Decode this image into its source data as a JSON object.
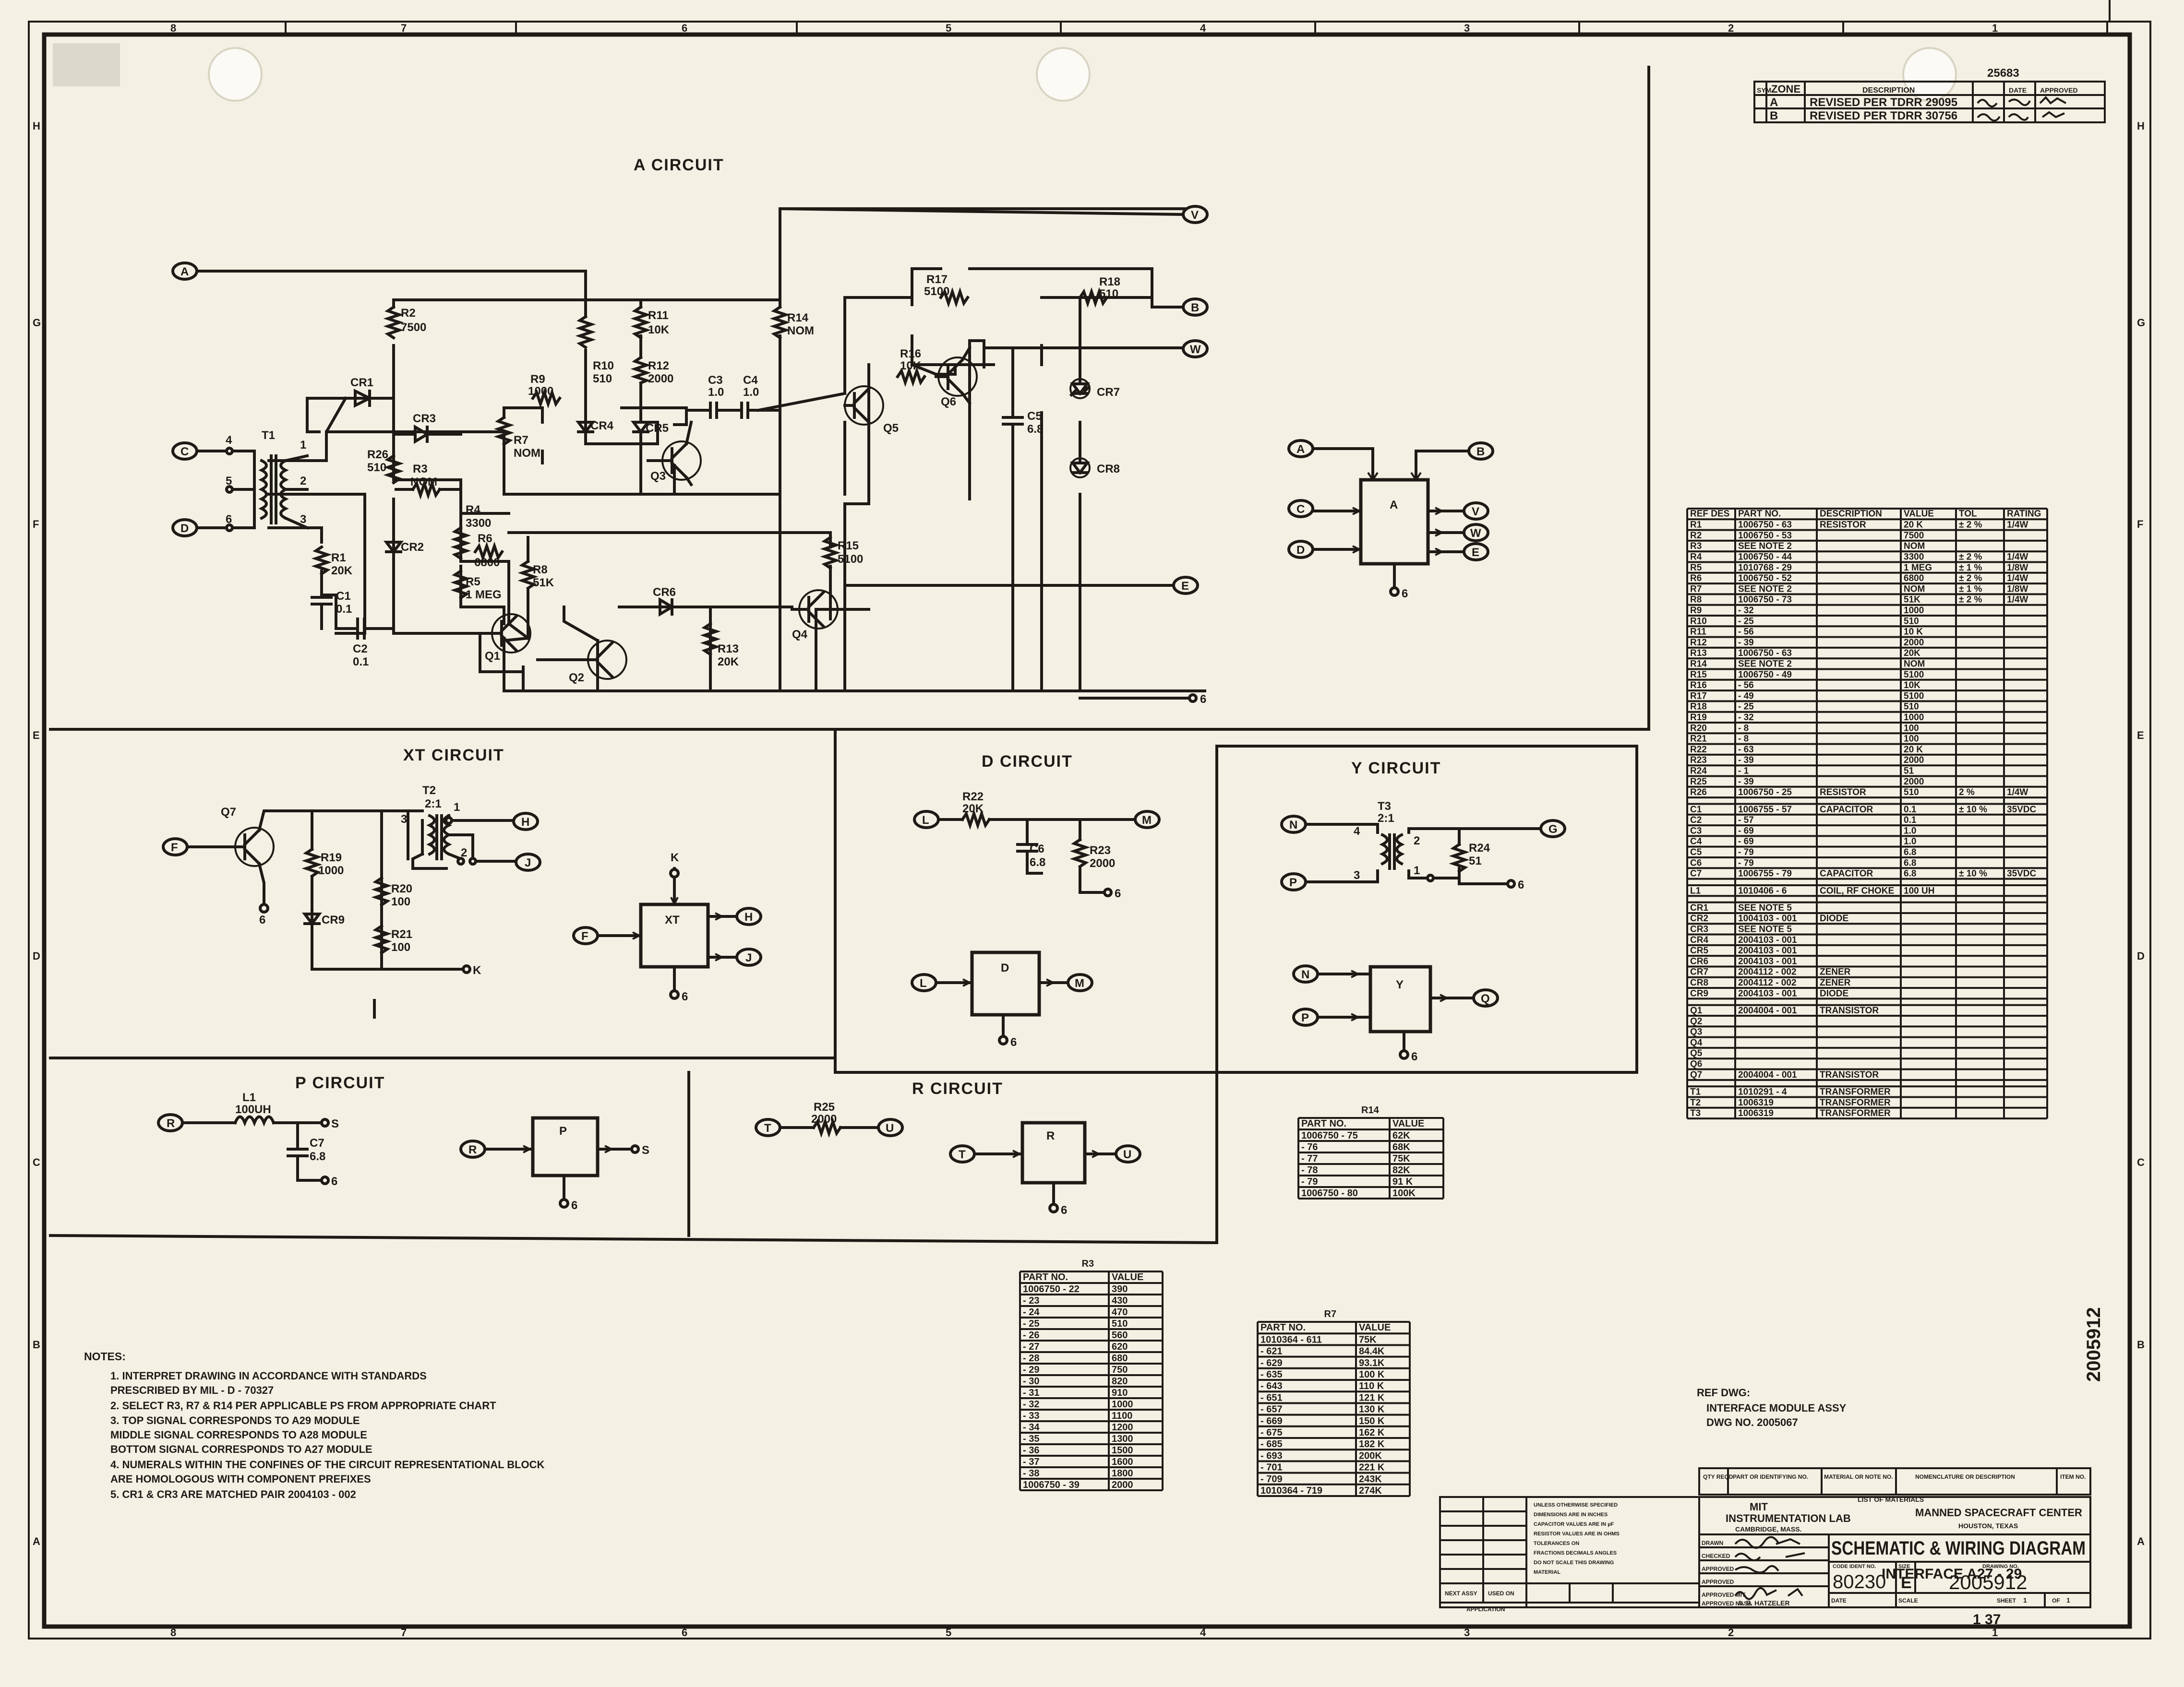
{
  "zone_labels": {
    "top": [
      "8",
      "7",
      "6",
      "5",
      "4",
      "3",
      "2",
      "1"
    ],
    "bottom": [
      "8",
      "7",
      "6",
      "5",
      "4",
      "3",
      "2",
      "1"
    ],
    "left": [
      "H",
      "G",
      "F",
      "E",
      "D",
      "C",
      "B",
      "A"
    ],
    "right": [
      "H",
      "G",
      "F",
      "E",
      "D",
      "C",
      "B",
      "A"
    ]
  },
  "revisions": {
    "top_number": "25683",
    "headers": [
      "ZONE",
      "SYM",
      "DESCRIPTION",
      "DATE",
      "APPROVED"
    ],
    "rows": [
      {
        "sym": "A",
        "desc": "REVISED PER TDRR 29095"
      },
      {
        "sym": "B",
        "desc": "REVISED PER TDRR 30756"
      }
    ]
  },
  "circuits": {
    "a": {
      "title": "A CIRCUIT"
    },
    "xt": {
      "title": "XT CIRCUIT"
    },
    "d": {
      "title": "D CIRCUIT"
    },
    "y": {
      "title": "Y CIRCUIT"
    },
    "p": {
      "title": "P CIRCUIT"
    },
    "r": {
      "title": "R CIRCUIT"
    }
  },
  "terminals": {
    "a": "A",
    "b": "B",
    "c": "C",
    "d": "D",
    "e": "E",
    "f": "F",
    "g": "G",
    "h": "H",
    "j": "J",
    "k": "K",
    "l": "L",
    "m": "M",
    "n": "N",
    "p": "P",
    "q": "Q",
    "r": "R",
    "s": "S",
    "t": "T",
    "u": "U",
    "v": "V",
    "w": "W"
  },
  "components": {
    "T1": "T1",
    "T2": "T2",
    "T2_ratio": "2:1",
    "T3": "T3",
    "T3_ratio": "2:1",
    "R1": "R1",
    "R1v": "20K",
    "R2": "R2",
    "R2v": "7500",
    "R3": "R3",
    "R3v": "NOM",
    "R4": "R4",
    "R4v": "3300",
    "R5": "R5",
    "R5v": "1 MEG",
    "R6": "R6",
    "R6v": "6800",
    "R7": "R7",
    "R7v": "NOM",
    "R8": "R8",
    "R8v": "51K",
    "R9": "R9",
    "R9v": "1000",
    "R10": "R10",
    "R10v": "510",
    "R11": "R11",
    "R11v": "10K",
    "R12": "R12",
    "R12v": "2000",
    "R13": "R13",
    "R13v": "20K",
    "R14": "R14",
    "R14v": "NOM",
    "R15": "R15",
    "R15v": "5100",
    "R16": "R16",
    "R16v": "10K",
    "R17": "R17",
    "R17v": "5100",
    "R18": "R18",
    "R18v": "510",
    "R19": "R19",
    "R19v": "1000",
    "R20": "R20",
    "R20v": "100",
    "R21": "R21",
    "R21v": "100",
    "R22": "R22",
    "R22v": "20K",
    "R23": "R23",
    "R23v": "2000",
    "R24": "R24",
    "R24v": "51",
    "R25": "R25",
    "R25v": "2000",
    "R26": "R26",
    "R26v": "510",
    "C1": "C1",
    "C1v": "0.1",
    "C2": "C2",
    "C2v": "0.1",
    "C3": "C3",
    "C3v": "1.0",
    "C4": "C4",
    "C4v": "1.0",
    "C5": "C5",
    "C5v": "6.8",
    "C6": "C6",
    "C6v": "6.8",
    "C7": "C7",
    "C7v": "6.8",
    "L1": "L1",
    "L1v": "100UH",
    "CR1": "CR1",
    "CR2": "CR2",
    "CR3": "CR3",
    "CR4": "CR4",
    "CR5": "CR5",
    "CR6": "CR6",
    "CR7": "CR7",
    "CR8": "CR8",
    "CR9": "CR9",
    "Q1": "Q1",
    "Q2": "Q2",
    "Q3": "Q3",
    "Q4": "Q4",
    "Q5": "Q5",
    "Q6": "Q6",
    "Q7": "Q7",
    "pin1": "1",
    "pin2": "2",
    "pin3": "3",
    "pin4": "4",
    "pin5": "5",
    "pin6": "6"
  },
  "blocks": {
    "a": "A",
    "xt": "XT",
    "d": "D",
    "y": "Y",
    "p": "P",
    "r": "R"
  },
  "parts_list": {
    "headers": [
      "REF DES",
      "PART NO.",
      "DESCRIPTION",
      "VALUE",
      "TOL",
      "RATING"
    ],
    "rows": [
      [
        "R1",
        "1006750 - 63",
        "RESISTOR",
        "20 K",
        "± 2 %",
        "1/4W"
      ],
      [
        "R2",
        "1006750 - 53",
        "",
        "7500",
        "",
        ""
      ],
      [
        "R3",
        "SEE NOTE 2",
        "",
        "NOM",
        "",
        ""
      ],
      [
        "R4",
        "1006750 - 44",
        "",
        "3300",
        "± 2 %",
        "1/4W"
      ],
      [
        "R5",
        "1010768 - 29",
        "",
        "1 MEG",
        "± 1 %",
        "1/8W"
      ],
      [
        "R6",
        "1006750 - 52",
        "",
        "6800",
        "± 2 %",
        "1/4W"
      ],
      [
        "R7",
        "SEE NOTE 2",
        "",
        "NOM",
        "± 1 %",
        "1/8W"
      ],
      [
        "R8",
        "1006750 - 73",
        "",
        "51K",
        "± 2 %",
        "1/4W"
      ],
      [
        "R9",
        "- 32",
        "",
        "1000",
        "",
        ""
      ],
      [
        "R10",
        "- 25",
        "",
        "510",
        "",
        ""
      ],
      [
        "R11",
        "- 56",
        "",
        "10 K",
        "",
        ""
      ],
      [
        "R12",
        "- 39",
        "",
        "2000",
        "",
        ""
      ],
      [
        "R13",
        "1006750 - 63",
        "",
        "20K",
        "",
        ""
      ],
      [
        "R14",
        "SEE NOTE 2",
        "",
        "NOM",
        "",
        ""
      ],
      [
        "R15",
        "1006750 - 49",
        "",
        "5100",
        "",
        ""
      ],
      [
        "R16",
        "- 56",
        "",
        "10K",
        "",
        ""
      ],
      [
        "R17",
        "- 49",
        "",
        "5100",
        "",
        ""
      ],
      [
        "R18",
        "- 25",
        "",
        "510",
        "",
        ""
      ],
      [
        "R19",
        "- 32",
        "",
        "1000",
        "",
        ""
      ],
      [
        "R20",
        "- 8",
        "",
        "100",
        "",
        ""
      ],
      [
        "R21",
        "- 8",
        "",
        "100",
        "",
        ""
      ],
      [
        "R22",
        "- 63",
        "",
        "20 K",
        "",
        ""
      ],
      [
        "R23",
        "- 39",
        "",
        "2000",
        "",
        ""
      ],
      [
        "R24",
        "- 1",
        "",
        "51",
        "",
        ""
      ],
      [
        "R25",
        "- 39",
        "",
        "2000",
        "",
        ""
      ],
      [
        "R26",
        "1006750 - 25",
        "RESISTOR",
        "510",
        "2 %",
        "1/4W"
      ],
      [
        "C1",
        "1006755 - 57",
        "CAPACITOR",
        "0.1",
        "± 10 %",
        "35VDC"
      ],
      [
        "C2",
        "- 57",
        "",
        "0.1",
        "",
        ""
      ],
      [
        "C3",
        "- 69",
        "",
        "1.0",
        "",
        ""
      ],
      [
        "C4",
        "- 69",
        "",
        "1.0",
        "",
        ""
      ],
      [
        "C5",
        "- 79",
        "",
        "6.8",
        "",
        ""
      ],
      [
        "C6",
        "- 79",
        "",
        "6.8",
        "",
        ""
      ],
      [
        "C7",
        "1006755 - 79",
        "CAPACITOR",
        "6.8",
        "± 10 %",
        "35VDC"
      ],
      [
        "L1",
        "1010406 - 6",
        "COIL, RF CHOKE",
        "100 UH",
        "",
        ""
      ],
      [
        "CR1",
        "SEE NOTE 5",
        "",
        "",
        "",
        ""
      ],
      [
        "CR2",
        "1004103 - 001",
        "DIODE",
        "",
        "",
        ""
      ],
      [
        "CR3",
        "SEE NOTE 5",
        "",
        "",
        "",
        ""
      ],
      [
        "CR4",
        "2004103 - 001",
        "",
        "",
        "",
        ""
      ],
      [
        "CR5",
        "2004103 - 001",
        "",
        "",
        "",
        ""
      ],
      [
        "CR6",
        "2004103 - 001",
        "",
        "",
        "",
        ""
      ],
      [
        "CR7",
        "2004112 - 002",
        "ZENER",
        "",
        "",
        ""
      ],
      [
        "CR8",
        "2004112 - 002",
        "ZENER",
        "",
        "",
        ""
      ],
      [
        "CR9",
        "2004103 - 001",
        "DIODE",
        "",
        "",
        ""
      ],
      [
        "Q1",
        "2004004 - 001",
        "TRANSISTOR",
        "",
        "",
        ""
      ],
      [
        "Q2",
        "",
        "",
        "",
        "",
        ""
      ],
      [
        "Q3",
        "",
        "",
        "",
        "",
        ""
      ],
      [
        "Q4",
        "",
        "",
        "",
        "",
        ""
      ],
      [
        "Q5",
        "",
        "",
        "",
        "",
        ""
      ],
      [
        "Q6",
        "",
        "",
        "",
        "",
        ""
      ],
      [
        "Q7",
        "2004004 - 001",
        "TRANSISTOR",
        "",
        "",
        ""
      ],
      [
        "T1",
        "1010291 - 4",
        "TRANSFORMER",
        "",
        "",
        ""
      ],
      [
        "T2",
        "1006319",
        "TRANSFORMER",
        "",
        "",
        ""
      ],
      [
        "T3",
        "1006319",
        "TRANSFORMER",
        "",
        "",
        ""
      ]
    ]
  },
  "table_r14": {
    "title": "R14",
    "headers": [
      "PART NO.",
      "VALUE"
    ],
    "rows": [
      [
        "1006750 - 75",
        "62K"
      ],
      [
        "- 76",
        "68K"
      ],
      [
        "- 77",
        "75K"
      ],
      [
        "- 78",
        "82K"
      ],
      [
        "- 79",
        "91 K"
      ],
      [
        "1006750 - 80",
        "100K"
      ]
    ]
  },
  "table_r3": {
    "title": "R3",
    "headers": [
      "PART NO.",
      "VALUE"
    ],
    "rows": [
      [
        "1006750 - 22",
        "390"
      ],
      [
        "- 23",
        "430"
      ],
      [
        "- 24",
        "470"
      ],
      [
        "- 25",
        "510"
      ],
      [
        "- 26",
        "560"
      ],
      [
        "- 27",
        "620"
      ],
      [
        "- 28",
        "680"
      ],
      [
        "- 29",
        "750"
      ],
      [
        "- 30",
        "820"
      ],
      [
        "- 31",
        "910"
      ],
      [
        "- 32",
        "1000"
      ],
      [
        "- 33",
        "1100"
      ],
      [
        "- 34",
        "1200"
      ],
      [
        "- 35",
        "1300"
      ],
      [
        "- 36",
        "1500"
      ],
      [
        "- 37",
        "1600"
      ],
      [
        "- 38",
        "1800"
      ],
      [
        "1006750 - 39",
        "2000"
      ]
    ]
  },
  "table_r7": {
    "title": "R7",
    "headers": [
      "PART NO.",
      "VALUE"
    ],
    "rows": [
      [
        "1010364 - 611",
        "75K"
      ],
      [
        "- 621",
        "84.4K"
      ],
      [
        "- 629",
        "93.1K"
      ],
      [
        "- 635",
        "100 K"
      ],
      [
        "- 643",
        "110 K"
      ],
      [
        "- 651",
        "121 K"
      ],
      [
        "- 657",
        "130 K"
      ],
      [
        "- 669",
        "150 K"
      ],
      [
        "- 675",
        "162 K"
      ],
      [
        "- 685",
        "182 K"
      ],
      [
        "- 693",
        "200K"
      ],
      [
        "- 701",
        "221 K"
      ],
      [
        "- 709",
        "243K"
      ],
      [
        "1010364 - 719",
        "274K"
      ]
    ]
  },
  "notes": {
    "title": "NOTES:",
    "lines": [
      "1.  INTERPRET DRAWING IN ACCORDANCE WITH STANDARDS",
      "     PRESCRIBED BY MIL - D - 70327",
      "2.  SELECT R3, R7 & R14 PER APPLICABLE PS FROM APPROPRIATE CHART",
      "3.  TOP    SIGNAL CORRESPONDS TO A29 MODULE",
      "     MIDDLE SIGNAL CORRESPONDS TO A28 MODULE",
      "     BOTTOM SIGNAL CORRESPONDS TO A27 MODULE",
      "4.  NUMERALS WITHIN THE CONFINES OF THE CIRCUIT REPRESENTATIONAL BLOCK",
      "     ARE HOMOLOGOUS WITH COMPONENT PREFIXES",
      "5.  CR1 & CR3 ARE MATCHED PAIR 2004103 - 002"
    ]
  },
  "ref_dwg": {
    "title": "REF DWG:",
    "line1": "INTERFACE MODULE ASSY",
    "line2": "DWG NO. 2005067"
  },
  "title_block": {
    "list_headers": [
      "QTY REQD",
      "PART OR IDENTIFYING NO.",
      "MATERIAL OR NOTE NO.",
      "NOMENCLATURE OR DESCRIPTION",
      "ITEM NO."
    ],
    "list_caption": "LIST OF MATERIALS",
    "org1": "MIT",
    "org2": "INSTRUMENTATION LAB",
    "org3": "CAMBRIDGE, MASS.",
    "customer": "MANNED SPACECRAFT CENTER",
    "customer_loc": "HOUSTON, TEXAS",
    "title": "SCHEMATIC & WIRING DIAGRAM",
    "subtitle": "INTERFACE  A27 - 29",
    "code": "80230",
    "size": "E",
    "drawing_no": "2005912",
    "side_number": "2005912",
    "sheet": "1",
    "sheet_of": "1",
    "page_mark": "1 37",
    "tolerance_text": [
      "UNLESS OTHERWISE SPECIFIED",
      "DIMENSIONS ARE IN INCHES",
      "CAPACITOR VALUES ARE IN µF",
      "RESISTOR VALUES ARE IN OHMS",
      "TOLERANCES ON",
      "FRACTIONS   DECIMALS   ANGLES",
      "DO NOT SCALE THIS DRAWING",
      "MATERIAL"
    ],
    "sign_labels": [
      "DRAWN",
      "CHECKED",
      "APPROVED",
      "APPROVED",
      "APPROVED MIT",
      "APPROVED NASA"
    ],
    "signer": "A. E. HATZELER",
    "app_headers": [
      "NEXT ASSY",
      "USED ON",
      "APPLICATION"
    ],
    "labels": {
      "code": "CODE IDENT NO.",
      "size": "SIZE",
      "dwg": "DRAWING NO.",
      "date": "DATE",
      "scale": "SCALE",
      "sheet": "SHEET",
      "of": "OF"
    }
  },
  "ground": "6"
}
